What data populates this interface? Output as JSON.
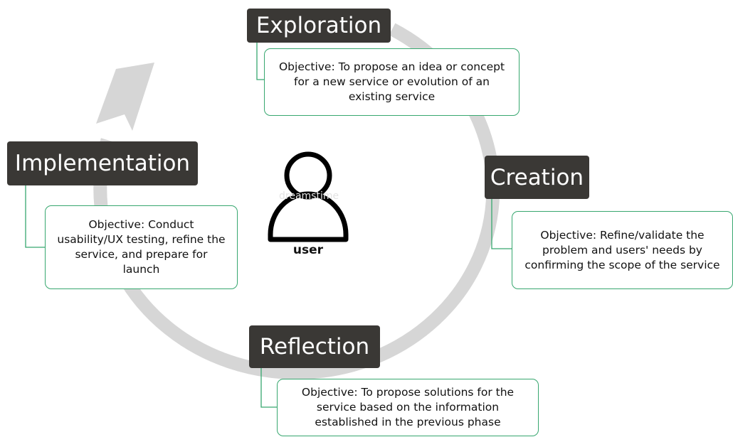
{
  "phases": [
    {
      "id": "exploration",
      "title": "Exploration",
      "objective_lines": [
        "Objective: To propose an idea or concept",
        "for a new service or evolution of an",
        "existing service"
      ]
    },
    {
      "id": "creation",
      "title": "Creation",
      "objective_lines": [
        "Objective: Refine/validate the",
        "problem and users' needs by",
        "confirming the scope of the service"
      ]
    },
    {
      "id": "reflection",
      "title": "Reflection",
      "objective_lines": [
        "Objective: To propose solutions for the",
        "service based on the information",
        "established in the previous phase"
      ]
    },
    {
      "id": "implementation",
      "title": "Implementation",
      "objective_lines": [
        "Objective: Conduct",
        "usability/UX testing, refine the",
        "service, and prepare for",
        "launch"
      ]
    }
  ],
  "center": {
    "label": "user",
    "icon": "user-icon"
  },
  "watermark": "dreamstime",
  "colors": {
    "cycle_arrow": "#d6d6d6",
    "title_fill": "#3a3835",
    "title_text": "#ffffff",
    "objective_border": "#37a76f",
    "connector": "#37a76f",
    "text": "#111111"
  }
}
